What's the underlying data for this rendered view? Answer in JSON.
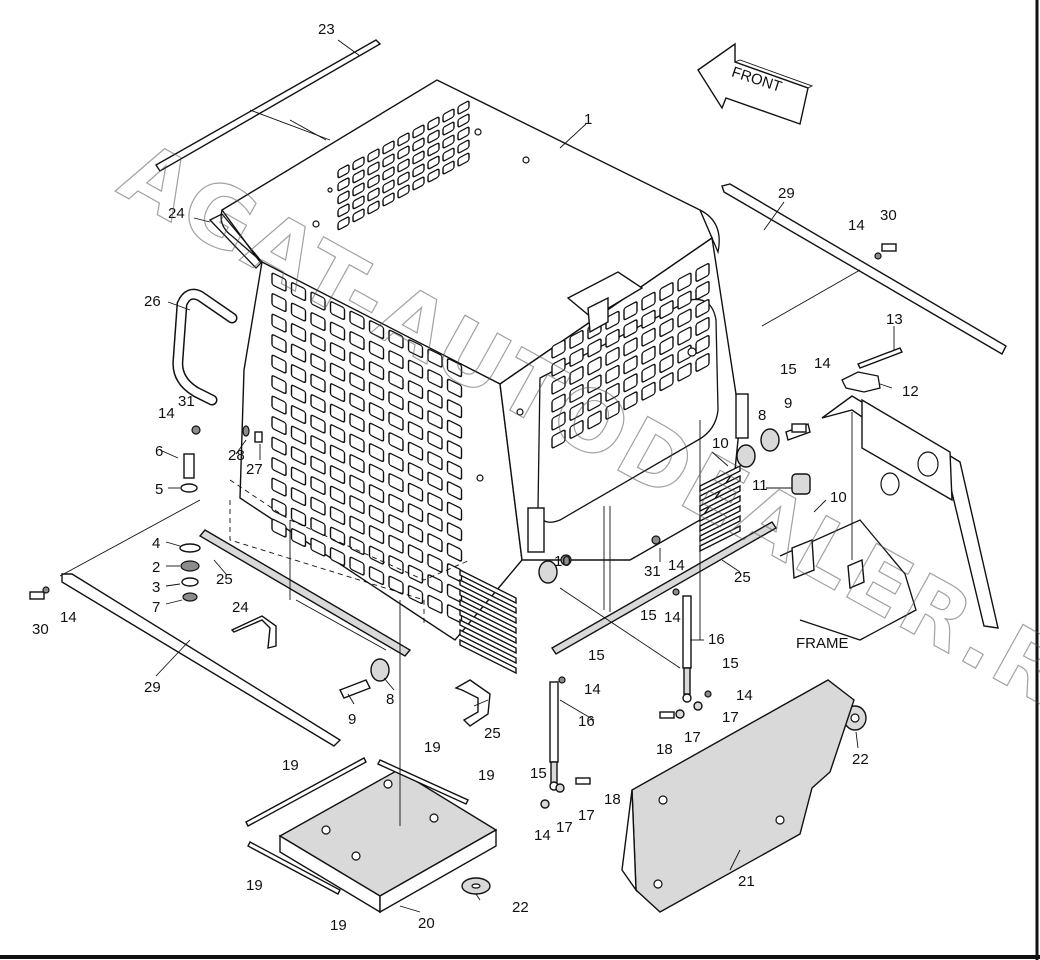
{
  "diagram": {
    "front_label": "FRONT",
    "frame_label": "FRAME",
    "watermark": "AGAT-AUTODEALER.RU",
    "callouts": [
      {
        "id": "c1",
        "text": "1"
      },
      {
        "id": "c2",
        "text": "2"
      },
      {
        "id": "c3",
        "text": "3"
      },
      {
        "id": "c4",
        "text": "4"
      },
      {
        "id": "c5",
        "text": "5"
      },
      {
        "id": "c6",
        "text": "6"
      },
      {
        "id": "c7",
        "text": "7"
      },
      {
        "id": "c8a",
        "text": "8"
      },
      {
        "id": "c8b",
        "text": "8"
      },
      {
        "id": "c9a",
        "text": "9"
      },
      {
        "id": "c9b",
        "text": "9"
      },
      {
        "id": "c10a",
        "text": "10"
      },
      {
        "id": "c10b",
        "text": "10"
      },
      {
        "id": "c10c",
        "text": "10"
      },
      {
        "id": "c11",
        "text": "11"
      },
      {
        "id": "c12",
        "text": "12"
      },
      {
        "id": "c13",
        "text": "13"
      },
      {
        "id": "c14a",
        "text": "14"
      },
      {
        "id": "c14b",
        "text": "14"
      },
      {
        "id": "c14c",
        "text": "14"
      },
      {
        "id": "c14d",
        "text": "14"
      },
      {
        "id": "c14e",
        "text": "14"
      },
      {
        "id": "c14f",
        "text": "14"
      },
      {
        "id": "c14g",
        "text": "14"
      },
      {
        "id": "c14h",
        "text": "14"
      },
      {
        "id": "c14i",
        "text": "14"
      },
      {
        "id": "c15a",
        "text": "15"
      },
      {
        "id": "c15b",
        "text": "15"
      },
      {
        "id": "c15c",
        "text": "15"
      },
      {
        "id": "c15d",
        "text": "15"
      },
      {
        "id": "c15e",
        "text": "15"
      },
      {
        "id": "c16a",
        "text": "16"
      },
      {
        "id": "c16b",
        "text": "16"
      },
      {
        "id": "c17a",
        "text": "17"
      },
      {
        "id": "c17b",
        "text": "17"
      },
      {
        "id": "c17c",
        "text": "17"
      },
      {
        "id": "c17d",
        "text": "17"
      },
      {
        "id": "c18a",
        "text": "18"
      },
      {
        "id": "c18b",
        "text": "18"
      },
      {
        "id": "c19a",
        "text": "19"
      },
      {
        "id": "c19b",
        "text": "19"
      },
      {
        "id": "c19c",
        "text": "19"
      },
      {
        "id": "c19d",
        "text": "19"
      },
      {
        "id": "c19e",
        "text": "19"
      },
      {
        "id": "c20",
        "text": "20"
      },
      {
        "id": "c21",
        "text": "21"
      },
      {
        "id": "c22a",
        "text": "22"
      },
      {
        "id": "c22b",
        "text": "22"
      },
      {
        "id": "c23",
        "text": "23"
      },
      {
        "id": "c24a",
        "text": "24"
      },
      {
        "id": "c24b",
        "text": "24"
      },
      {
        "id": "c25a",
        "text": "25"
      },
      {
        "id": "c25b",
        "text": "25"
      },
      {
        "id": "c25c",
        "text": "25"
      },
      {
        "id": "c26",
        "text": "26"
      },
      {
        "id": "c27",
        "text": "27"
      },
      {
        "id": "c28",
        "text": "28"
      },
      {
        "id": "c29a",
        "text": "29"
      },
      {
        "id": "c29b",
        "text": "29"
      },
      {
        "id": "c30a",
        "text": "30"
      },
      {
        "id": "c30b",
        "text": "30"
      },
      {
        "id": "c31a",
        "text": "31"
      },
      {
        "id": "c31b",
        "text": "31"
      }
    ]
  }
}
